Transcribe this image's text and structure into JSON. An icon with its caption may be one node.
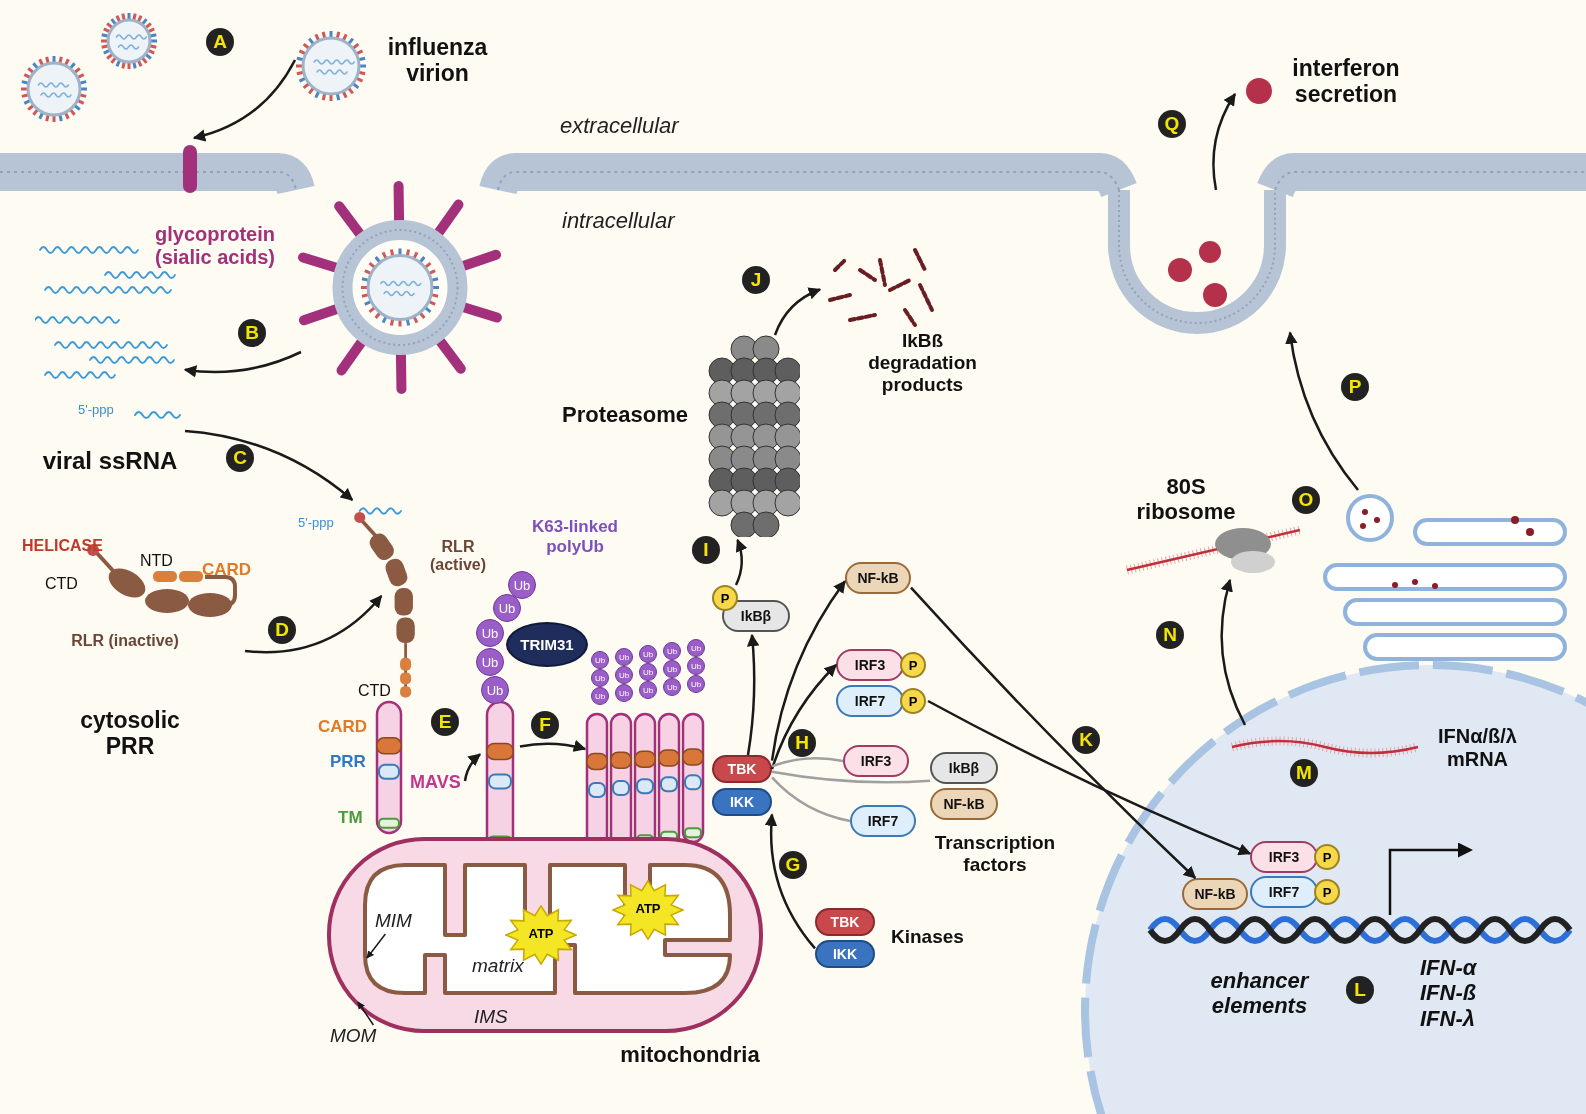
{
  "diagram": {
    "nodes": [
      {
        "text": [
          "influenza virion"
        ]
      },
      {
        "text": [
          "glycoprotein (sialic acids)"
        ]
      },
      {
        "text": [],
        "shape": "picture"
      },
      {
        "text": [
          "viral ssRNA"
        ]
      },
      {
        "text": [
          "RLR (inactive)"
        ]
      },
      {
        "text": [
          "RLR (active)"
        ]
      },
      {
        "text": [
          "MAVS"
        ]
      },
      {
        "text": [],
        "shape": "picture"
      },
      {
        "text": [
          "TRIM31"
        ]
      },
      {
        "text": [],
        "shape": "picture"
      },
      {
        "text": [
          "Ub"
        ]
      },
      {
        "text": [
          "Ub"
        ]
      },
      {
        "text": [
          "Ub"
        ]
      },
      {
        "text": [
          "Ub"
        ]
      },
      {
        "text": [
          "Ub"
        ]
      },
      {
        "text": [
          "Ub"
        ]
      },
      {
        "text": [
          "Ub"
        ]
      },
      {
        "text": [
          "Ub"
        ]
      },
      {
        "text": [
          "Ub"
        ]
      },
      {
        "text": [
          "Ub"
        ]
      },
      {
        "text": [
          "Ub"
        ]
      },
      {
        "text": [
          "Ub"
        ]
      },
      {
        "text": [
          "Ub"
        ]
      },
      {
        "text": [
          "Ub"
        ]
      },
      {
        "text": [
          "Ub"
        ]
      },
      {
        "text": [
          "Ub"
        ]
      },
      {
        "text": [
          "Ub"
        ]
      },
      {
        "text": [
          "Ub"
        ]
      },
      {
        "text": [
          "Ub"
        ]
      },
      {
        "text": [
          "Ub"
        ]
      },
      {
        "text": [
          "TBK"
        ]
      },
      {
        "text": [
          "IKK"
        ]
      },
      {
        "text": [
          "IkBβ",
          "P"
        ]
      },
      {
        "text": [
          "NF-kB"
        ]
      },
      {
        "text": [
          "IRF3",
          "P"
        ]
      },
      {
        "text": [
          "IRF7",
          "P"
        ]
      },
      {
        "text": [
          "IRF3"
        ]
      },
      {
        "text": [
          "IkBβ"
        ]
      },
      {
        "text": [
          "NF-kB"
        ]
      },
      {
        "text": [
          "IRF7"
        ]
      },
      {
        "text": [
          "TBK"
        ]
      },
      {
        "text": [
          "IKK"
        ]
      },
      {
        "text": [
          "Proteasome"
        ]
      },
      {
        "text": [
          "IkBß degradation products"
        ]
      },
      {
        "text": [
          "mitochondria"
        ]
      },
      {
        "text": [
          "ATP"
        ],
        "in": 44
      },
      {
        "text": [
          "ATP"
        ],
        "in": 44
      },
      {
        "text": [
          "MIM"
        ],
        "in": 44
      },
      {
        "text": [
          "MOM"
        ]
      },
      {
        "text": [
          "NF-kB"
        ]
      },
      {
        "text": [
          "IRF3",
          "P"
        ]
      },
      {
        "text": [
          "IRF7",
          "P"
        ]
      },
      {
        "text": [
          "IFNα/ß/λ mRNA"
        ]
      },
      {
        "text": [
          "80S ribosome"
        ]
      },
      {
        "text": [],
        "shape": "picture"
      },
      {
        "text": [],
        "shape": "picture"
      },
      {
        "text": [
          "interferon secretion"
        ]
      }
    ],
    "edges": [
      {
        "from": 0,
        "to": 1,
        "arrow": "to",
        "label": "A"
      },
      {
        "from": 2,
        "to": 3,
        "arrow": "to",
        "label": "B"
      },
      {
        "from": 3,
        "to": 5,
        "arrow": "to",
        "label": "C"
      },
      {
        "from": 4,
        "to": 5,
        "arrow": "to",
        "label": "D"
      },
      {
        "from": 6,
        "to": 7,
        "arrow": "to",
        "label": "E"
      },
      {
        "from": 7,
        "to": 9,
        "arrow": "to",
        "label": "F"
      },
      {
        "from": 41,
        "to": 31,
        "arrow": "to",
        "label": "G"
      },
      {
        "from": 30,
        "to": 32,
        "arrow": "to"
      },
      {
        "from": 30,
        "to": 33,
        "arrow": "to"
      },
      {
        "from": 30,
        "to": 34,
        "arrow": "to",
        "label": "H"
      },
      {
        "from": 36,
        "to": 30,
        "arrow": "none",
        "color": "#a0a0a0"
      },
      {
        "from": 37,
        "to": 30,
        "arrow": "none",
        "color": "#a0a0a0"
      },
      {
        "from": 39,
        "to": 30,
        "arrow": "none",
        "color": "#a0a0a0"
      },
      {
        "from": 32,
        "to": 42,
        "arrow": "to",
        "label": "I"
      },
      {
        "from": 42,
        "to": 43,
        "arrow": "to",
        "label": "J"
      },
      {
        "from": 33,
        "to": 49,
        "arrow": "to",
        "label": "K"
      },
      {
        "from": 35,
        "to": 50,
        "arrow": "to"
      },
      {
        "from": 52,
        "to": 53,
        "arrow": "to",
        "label": "N"
      },
      {
        "from": 54,
        "to": 55,
        "arrow": "to",
        "label": "P"
      },
      {
        "from": 55,
        "to": 56,
        "arrow": "to",
        "label": "Q"
      },
      {
        "from": 47,
        "to": null,
        "arrow": "to"
      },
      {
        "from": 48,
        "to": null,
        "arrow": "to"
      }
    ],
    "labels": [
      "extracellular",
      "intracellular",
      "5'-ppp",
      "HELICASE",
      "CTD",
      "NTD",
      "CARD",
      "5'-ppp",
      "cytosolic PRR",
      "K63-linked polyUb",
      "CTD",
      "CARD",
      "PRR",
      "TM",
      "matrix",
      "IMS",
      "Transcription factors",
      "Kinases",
      "enhancer elements",
      "IFN-α IFN-ß IFN-λ",
      "L",
      "M",
      "O"
    ]
  }
}
